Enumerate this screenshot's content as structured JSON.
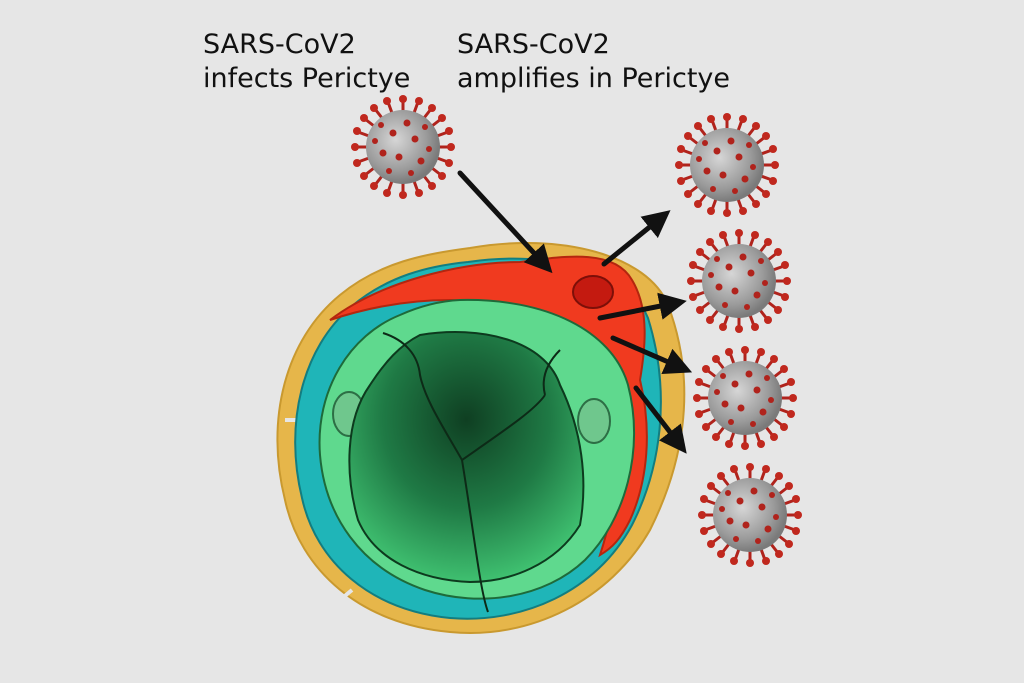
{
  "labels": {
    "infects": {
      "line1": "SARS-CoV2",
      "line2": "infects Perictye"
    },
    "amplifies": {
      "line1": "SARS-CoV2",
      "line2": "amplifies in Perictye"
    }
  },
  "colors": {
    "background": "#e6e6e6",
    "pericyte": "#f03a1f",
    "nucleus": "#c41a10",
    "basement_membrane": "#1fb5b8",
    "outer_layer": "#e6b64a",
    "endothelium": "#5fd98e",
    "lumen_dark": "#1f6b3c",
    "virus_body": "#a9a9a9",
    "virus_spike": "#b0231c",
    "arrow": "#111111"
  },
  "icons": [
    "virus-icon",
    "arrow-icon"
  ]
}
